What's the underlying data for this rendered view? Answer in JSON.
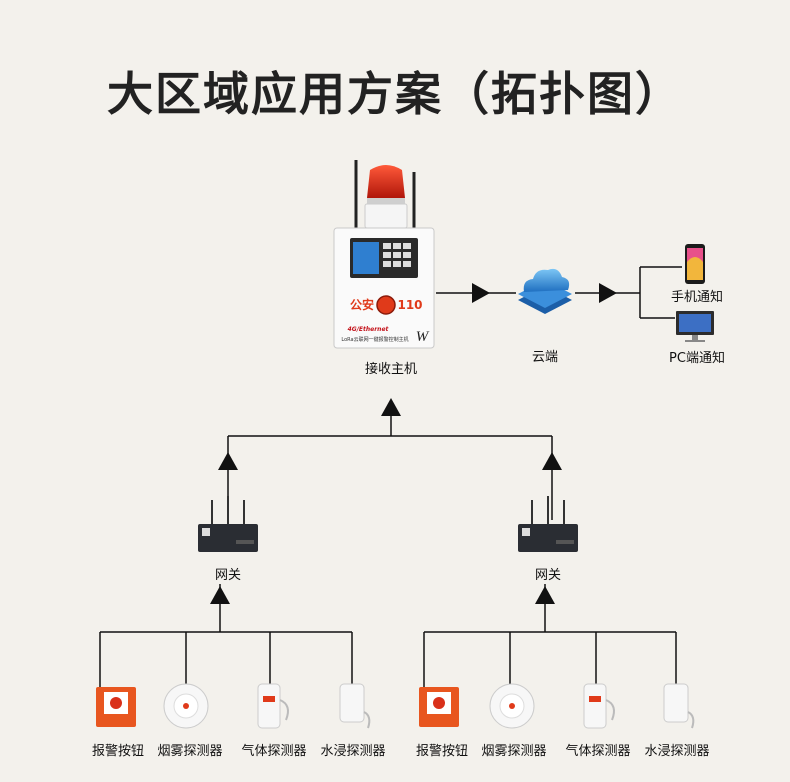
{
  "title": "大区域应用方案（拓扑图）",
  "host": {
    "label": "接收主机",
    "panel_badge": "公安",
    "panel_number": "110",
    "panel_line1": "4G/Ethernet",
    "panel_line2": "LoRa云联网一键报警控制主机",
    "panel_brand": "W"
  },
  "cloud": {
    "label": "云端"
  },
  "notify": {
    "phone": "手机通知",
    "pc": "PC端通知"
  },
  "gateway_label": "网关",
  "devices": [
    "报警按钮",
    "烟雾探测器",
    "气体探测器",
    "水浸探测器"
  ],
  "colors": {
    "background": "#f3f1ec",
    "line": "#111111",
    "alarm_red": "#e03a1a",
    "cloud_blue": "#2a8fd6"
  }
}
